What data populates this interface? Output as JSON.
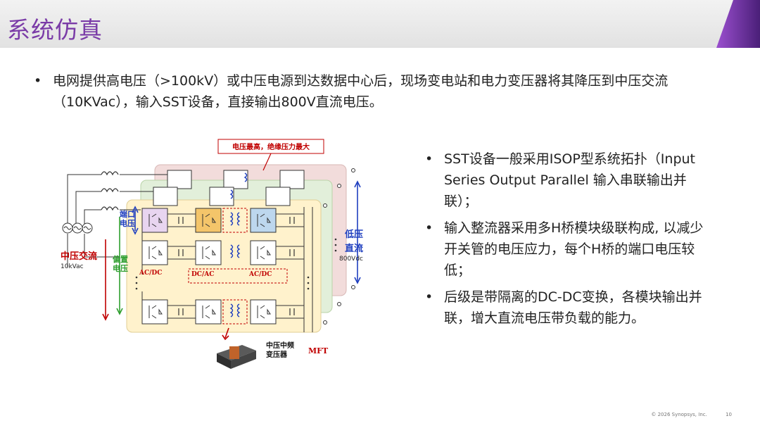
{
  "slide": {
    "title": "系统仿真",
    "bullet_top": "电网提供高电压（>100kV）或中压电源到达数据中心后，现场变电站和电力变压器将其降压到中压交流（10KVac），输入SST设备，直接输出800V直流电压。",
    "bullets_right": [
      "SST设备一般采用ISOP型系统拓扑（Input Series Output Parallel 输入串联输出并联）；",
      "输入整流器采用多H桥模块级联构成, 以减少开关管的电压应力，每个H桥的端口电压较低；",
      "后级是带隔离的DC-DC变换，各模块输出并联，增大直流电压带负载的能力。"
    ],
    "bullet_symbol": "•"
  },
  "diagram": {
    "callout": "电压最高，绝缘压力最大",
    "port_voltage": "端口电压",
    "bias_voltage": "偏置电压",
    "mv_ac": "中压交流",
    "mv_ac_value": "10kVac",
    "lv_dc": "低压直流",
    "lv_dc_value": "800Vdc",
    "stage_acdc_1": "AC/DC",
    "stage_dcac": "DC/AC",
    "stage_acdc_2": "AC/DC",
    "transformer_label": "中压中频变压器",
    "mft": "MFT",
    "colors": {
      "layer_back": "#f2dcdb",
      "layer_mid": "#e2efda",
      "layer_front": "#fff2cc",
      "highlight_pink": "#e8d5f0",
      "highlight_orange": "#f4c56a",
      "highlight_blue": "#bdd7ee",
      "red": "#c00000",
      "blue": "#1f3fbf",
      "green": "#2e9e2e"
    }
  },
  "footer": {
    "copyright": "© 2026 Synopsys, Inc.",
    "page": "10"
  }
}
